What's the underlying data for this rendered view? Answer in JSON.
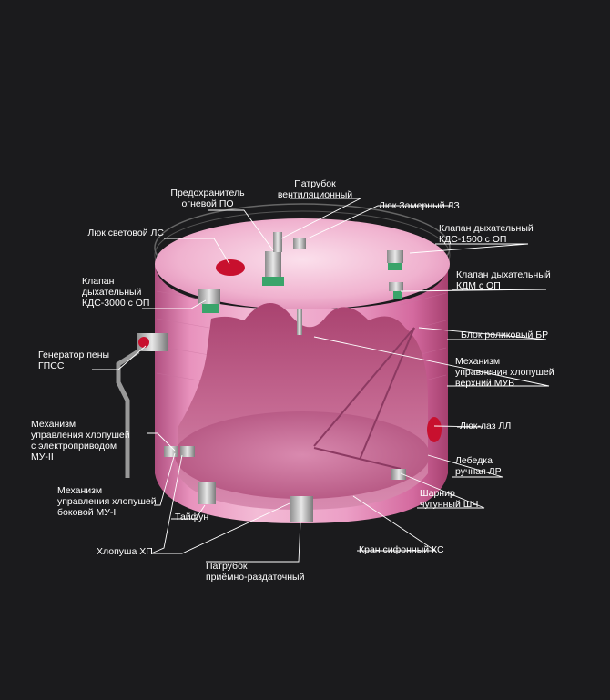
{
  "title": "",
  "colors": {
    "background": "#1b1b1d",
    "tank_body": "#e58ab8",
    "tank_interior": "#b9557f",
    "tank_roof": "#f2b6d0",
    "hatch_red": "#c8102e",
    "leader_line": "#ffffff"
  },
  "labels": {
    "lyuk_svetovoy": "Люк световой ЛС",
    "predokhranitel": "Предохранитель\nогневой ПО",
    "patrubok_vent": "Патрубок\nвентиляционный",
    "lyuk_zamerny": "Люк Замерный ЛЗ",
    "klapan_kds1500": "Клапан дыхательный\nКДС-1500 с ОП",
    "klapan_kdm": "Клапан дыхательный\nКДМ с ОП",
    "klapan_kds3000": "Клапан\nдыхательный\nКДС-3000 с ОП",
    "blok_rolikovy": "Блок роликовый БР",
    "generator": "Генератор пены\nГПСС",
    "mekh_muv": "Механизм\nуправления хлопушей\nверхний МУВ",
    "mekh_mu2": "Механизм\nуправления хлопушей\nс электроприводом\nМУ-II",
    "lyuk_laz": "Люк-лаз ЛЛ",
    "lebedka": "Лебедка\nручная ЛР",
    "mekh_mu1": "Механизм\nуправления хлопушей\nбоковой МУ-I",
    "sharnir": "Шарнир\nчугунный ШЧ",
    "tayfun": "Тайфун",
    "khlopusha": "Хлопуша ХП",
    "kran_sifonny": "Кран сифонный КС",
    "patrubok_priemno": "Патрубок\nприёмно-раздаточный"
  },
  "icons": {
    "valve": "valve-icon",
    "hatch": "hatch-icon",
    "foam_generator": "foam-generator-icon",
    "pipe": "pipe-icon"
  }
}
